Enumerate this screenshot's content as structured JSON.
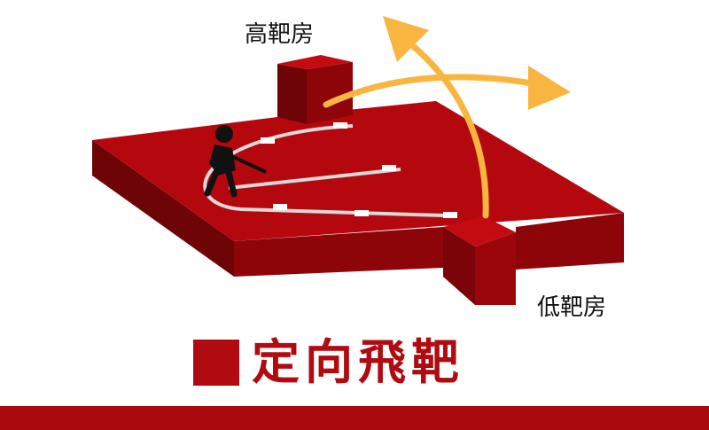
{
  "labels": {
    "high_house": "高靶房",
    "low_house": "低靶房"
  },
  "title": {
    "text": "定向飛靶"
  },
  "colors": {
    "field_top": "#b5080e",
    "field_front": "#8d0508",
    "field_side": "#6d0406",
    "house_top": "#c40b12",
    "path_line": "#d9d9d9",
    "station_marker": "#ffffff",
    "arrow_fill": "#f8b640",
    "shooter": "#111111",
    "title_color": "#b00b10",
    "footer_bar": "#a80a0e"
  },
  "icons": {
    "shooter": "shooter-icon",
    "trajectory_high": "arrow-right-curve-icon",
    "trajectory_low": "arrow-up-curve-icon"
  }
}
